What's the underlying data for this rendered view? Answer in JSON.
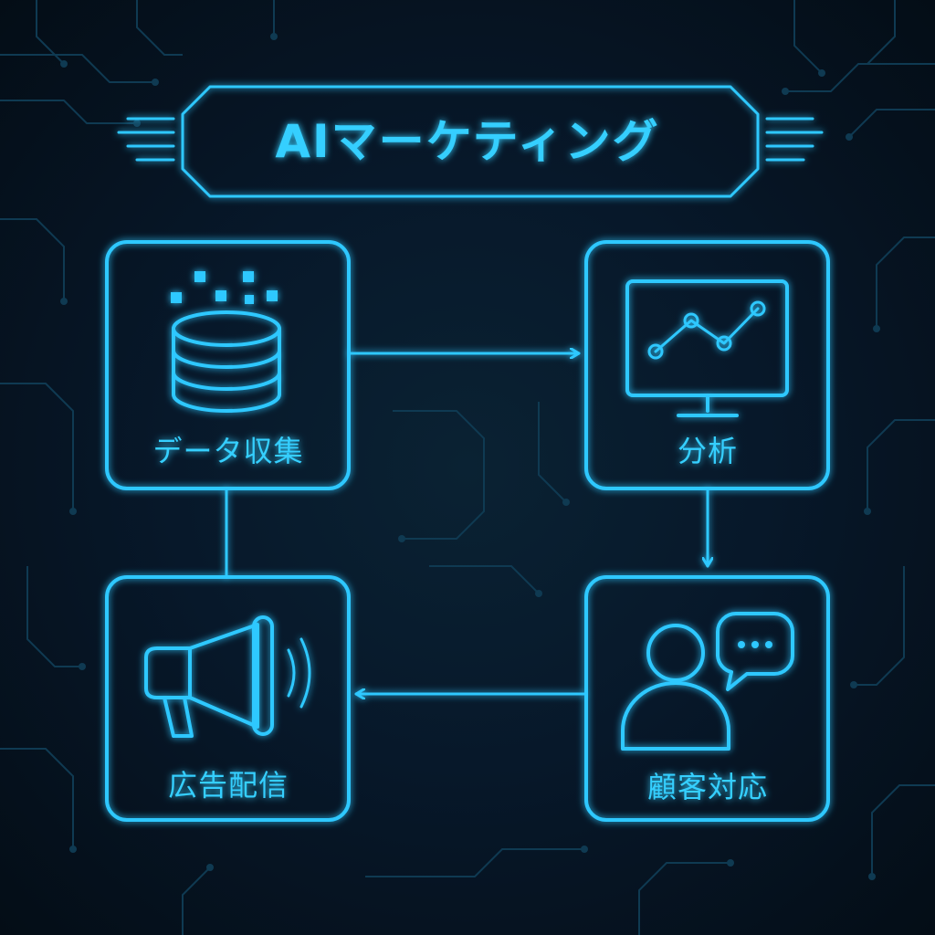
{
  "title": "AIマーケティング",
  "nodes": [
    {
      "id": "data-collection",
      "label": "データ収集",
      "icon": "database-icon"
    },
    {
      "id": "analysis",
      "label": "分析",
      "icon": "monitor-chart-icon"
    },
    {
      "id": "customer-support",
      "label": "顧客対応",
      "icon": "person-chat-icon"
    },
    {
      "id": "ad-delivery",
      "label": "広告配信",
      "icon": "megaphone-icon"
    }
  ],
  "colors": {
    "accent": "#2ec8ff",
    "background": "#07182a",
    "circuit": "#0f3a52"
  }
}
